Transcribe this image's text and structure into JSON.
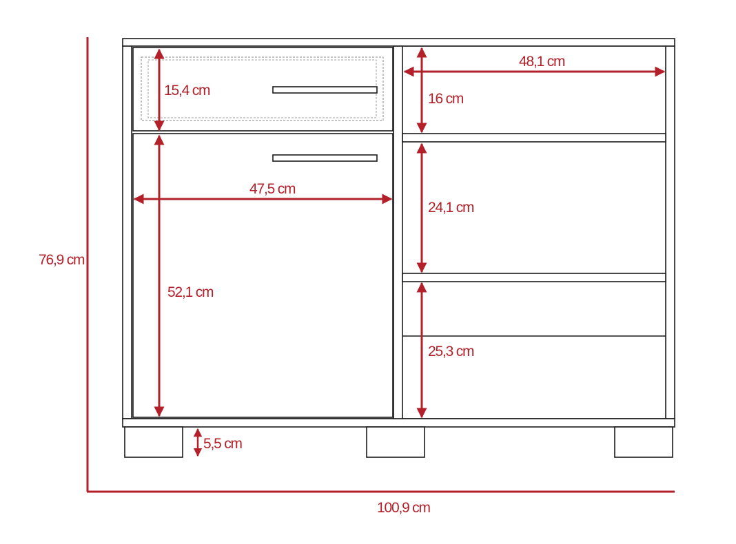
{
  "colors": {
    "outline": "#1a1a1a",
    "dimension": "#b3202a",
    "background": "#ffffff"
  },
  "dimensions": {
    "total_height": "76,9 cm",
    "total_width": "100,9 cm",
    "drawer_height": "15,4 cm",
    "door_width": "47,5 cm",
    "door_height": "52,1 cm",
    "shelf_width": "48,1 cm",
    "shelf_top_height": "16 cm",
    "shelf_middle_height": "24,1 cm",
    "shelf_bottom_height": "25,3 cm",
    "leg_height": "5,5 cm"
  }
}
